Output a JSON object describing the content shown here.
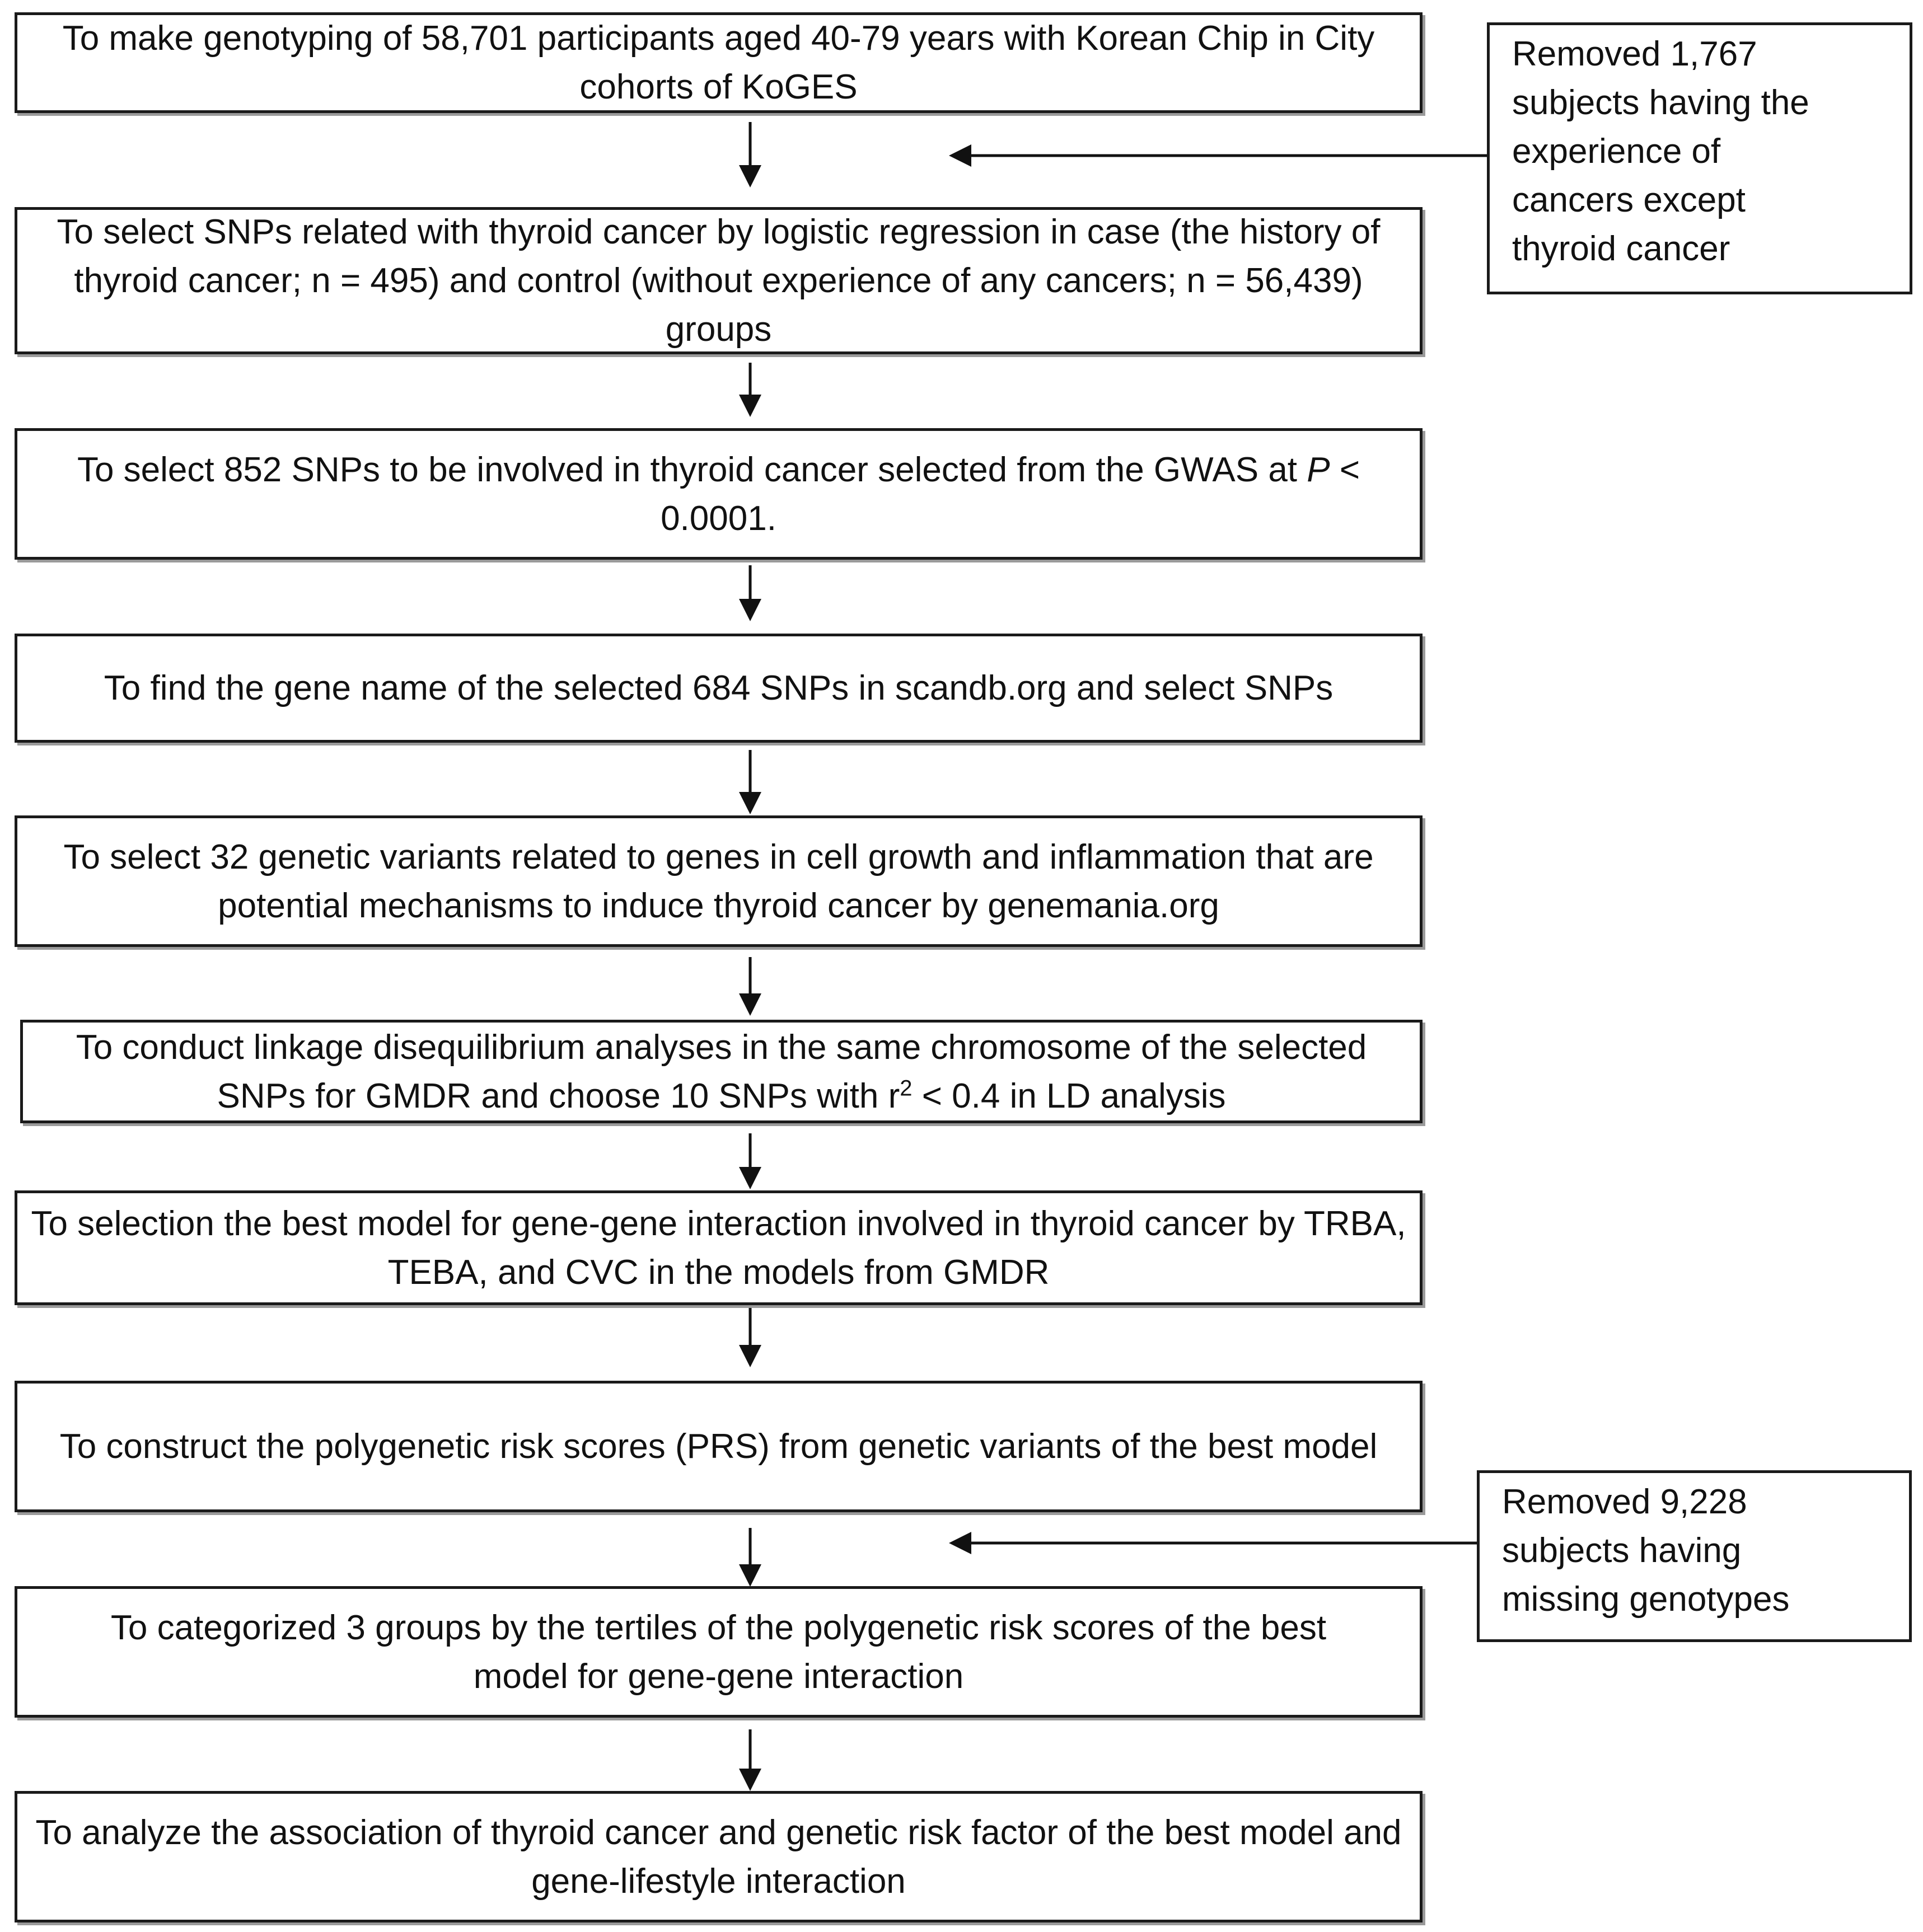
{
  "steps": [
    {
      "text": "To make genotyping of 58,701 participants aged 40-79 years with Korean Chip  in City cohorts of KoGES"
    },
    {
      "text": "To select SNPs related with thyroid cancer by logistic regression in case (the history of thyroid cancer; n = 495) and control (without experience of any cancers; n = 56,439) groups"
    },
    {
      "pre": "To select 852 SNPs to be involved in thyroid cancer selected from the GWAS at ",
      "italic": "P",
      "post": " < 0.0001."
    },
    {
      "text": "To find the gene name of the selected 684 SNPs in scandb.org and select SNPs"
    },
    {
      "text": "To select 32 genetic variants related to genes in cell growth and inflammation that are potential mechanisms to induce thyroid cancer by genemania.org"
    },
    {
      "pre": "To conduct linkage disequilibrium analyses in the same chromosome of the selected SNPs for GMDR and choose 10 SNPs with r",
      "sup": "2",
      "post": " < 0.4 in LD analysis"
    },
    {
      "text": "To selection the best model for gene-gene interaction involved in thyroid cancer by TRBA, TEBA, and CVC in the models from GMDR"
    },
    {
      "text": "To construct the polygenetic risk scores (PRS) from genetic variants of the best model"
    },
    {
      "text": "To categorized 3 groups by the tertiles of the polygenetic risk scores of the best model for gene-gene interaction"
    },
    {
      "text": "To analyze the association of thyroid cancer and genetic risk factor of the best model and gene-lifestyle interaction"
    }
  ],
  "exclusions": [
    {
      "lines": [
        "Removed  1,767",
        "subjects having the",
        "experience of",
        "cancers except",
        "thyroid cancer"
      ]
    },
    {
      "lines": [
        "Removed  9,228",
        "subjects having",
        "missing genotypes"
      ]
    }
  ]
}
